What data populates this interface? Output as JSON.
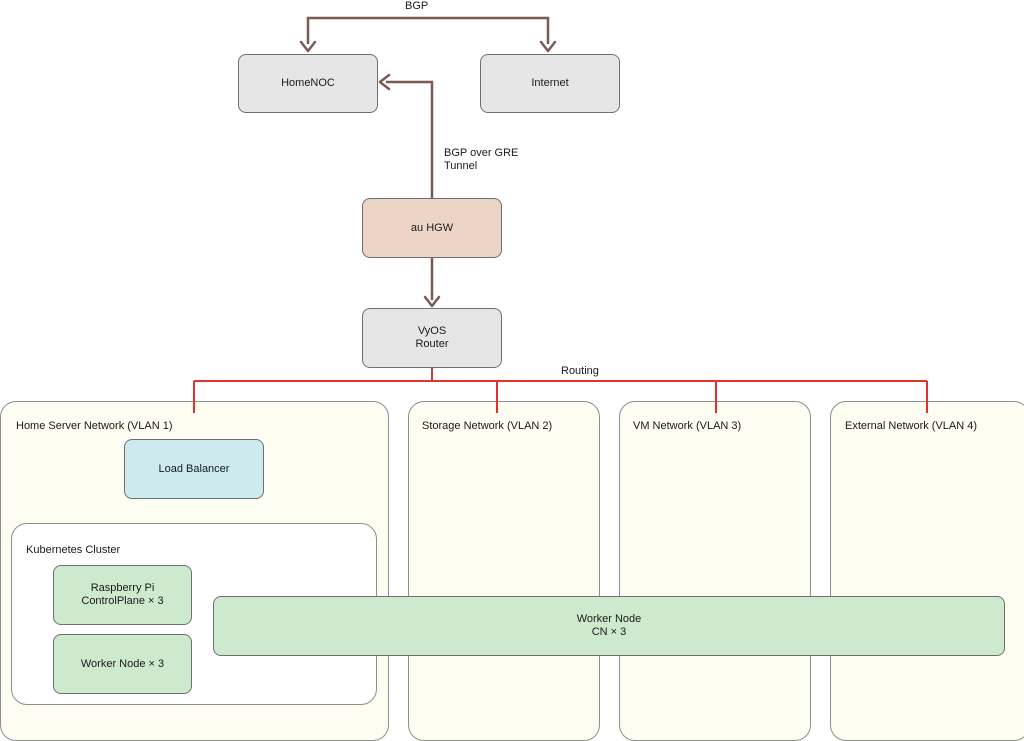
{
  "colors": {
    "node_gray": "#e6e6e6",
    "hgw": "#ecd5c6",
    "load_balancer": "#cdeaef",
    "k8s_node": "#cdeacf",
    "network_zone": "#fdfdf2",
    "bgp_link": "#7b5a52",
    "routing_link": "#e0312f"
  },
  "nodes": {
    "homenoc": "HomeNOC",
    "internet": "Internet",
    "hgw": "au HGW",
    "vyos_line1": "VyOS",
    "vyos_line2": "Router",
    "load_balancer": "Load Balancer",
    "rpi_line1": "Raspberry Pi",
    "rpi_line2": "ControlPlane × 3",
    "worker_small": "Worker Node × 3",
    "worker_wide_line1": "Worker Node",
    "worker_wide_line2": "CN × 3"
  },
  "edges": {
    "bgp": "BGP",
    "gre_line1": "BGP over GRE",
    "gre_line2": "Tunnel",
    "routing": "Routing"
  },
  "networks": {
    "vlan1": "Home Server Network (VLAN 1)",
    "vlan2": "Storage Network (VLAN 2)",
    "vlan3": "VM Network (VLAN 3)",
    "vlan4": "External Network (VLAN 4)"
  },
  "cluster": {
    "title": "Kubernetes Cluster"
  }
}
